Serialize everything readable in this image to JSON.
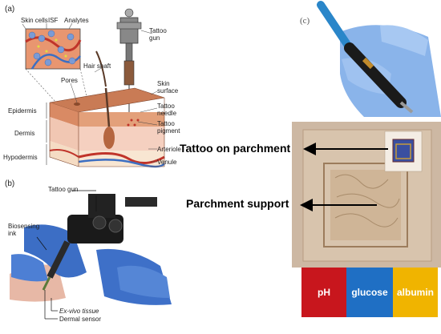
{
  "panel_a": {
    "letter": "(a)",
    "labels": {
      "skin_cells": "Skin cells",
      "isf": "ISF",
      "analytes": "Analytes",
      "tattoo_gun": "Tattoo\ngun",
      "hair_shaft": "Hair shaft",
      "pores": "Pores",
      "skin_surface": "Skin\nsurface",
      "tattoo_needle": "Tattoo\nneedle",
      "tattoo_pigment": "Tattoo\npigment",
      "arteriole": "Arteriole",
      "venule": "Venule",
      "epidermis": "Epidermis",
      "dermis": "Dermis",
      "hypodermis": "Hypodermis"
    }
  },
  "panel_b": {
    "letter": "(b)",
    "labels": {
      "tattoo_gun": "Tattoo gun",
      "biosensing_ink": "Biosensing\nink",
      "ex_vivo_tissue": "Ex-vivo tissue",
      "dermal_sensor": "Dermal sensor"
    }
  },
  "panel_c": {
    "letter": "(c)"
  },
  "panel_d": {
    "tattoo_on_parchment": "Tattoo on parchment",
    "parchment_support": "Parchment support",
    "bars": [
      {
        "label": "pH",
        "color": "#c8161d"
      },
      {
        "label": "glucose",
        "color": "#1f6fc4"
      },
      {
        "label": "albumin",
        "color": "#f0b400"
      }
    ]
  }
}
